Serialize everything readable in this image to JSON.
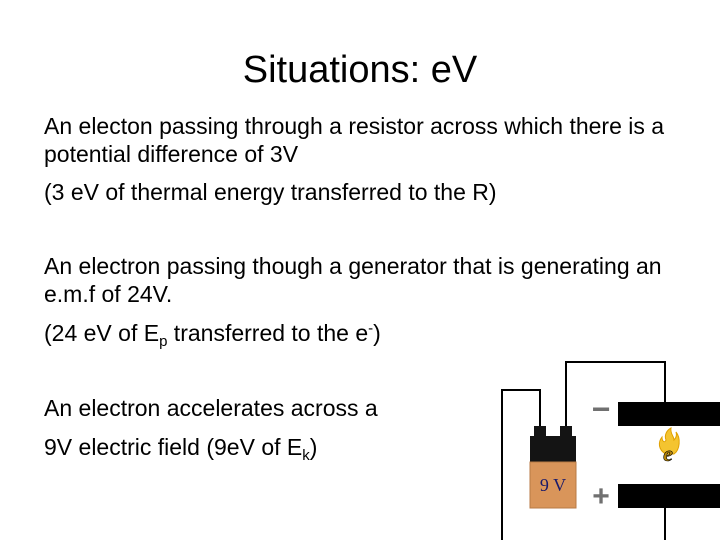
{
  "title": "Situations: eV",
  "paragraphs": {
    "p1_line1": "An electon passing through a resistor across which there is a potential difference of 3V",
    "p1_line2": "(3 eV of thermal energy transferred to the R)",
    "p2_line1": "An electron passing though a generator that is generating an e.m.f of 24V.",
    "p2_line2_part1": "(24 eV of E",
    "p2_line2_sub": "p",
    "p2_line2_part2": " transferred to the e",
    "p2_line2_sup": "-",
    "p2_line2_part3": ")",
    "p3_line1": "An electron accelerates across a",
    "p3_line2_part1": "9V electric field (9eV of E",
    "p3_line2_sub": "k",
    "p3_line2_part2": ")"
  },
  "diagram": {
    "battery_label": "9 V",
    "minus_sign": "−",
    "plus_sign": "+",
    "electron_symbol": "e",
    "colors": {
      "battery_body": "#d9955a",
      "battery_cap": "#141414",
      "plate": "#000000",
      "sign": "#707070",
      "flame": "#f4c430",
      "electron": "#b8860b",
      "battery_text": "#1a1a6a"
    }
  }
}
